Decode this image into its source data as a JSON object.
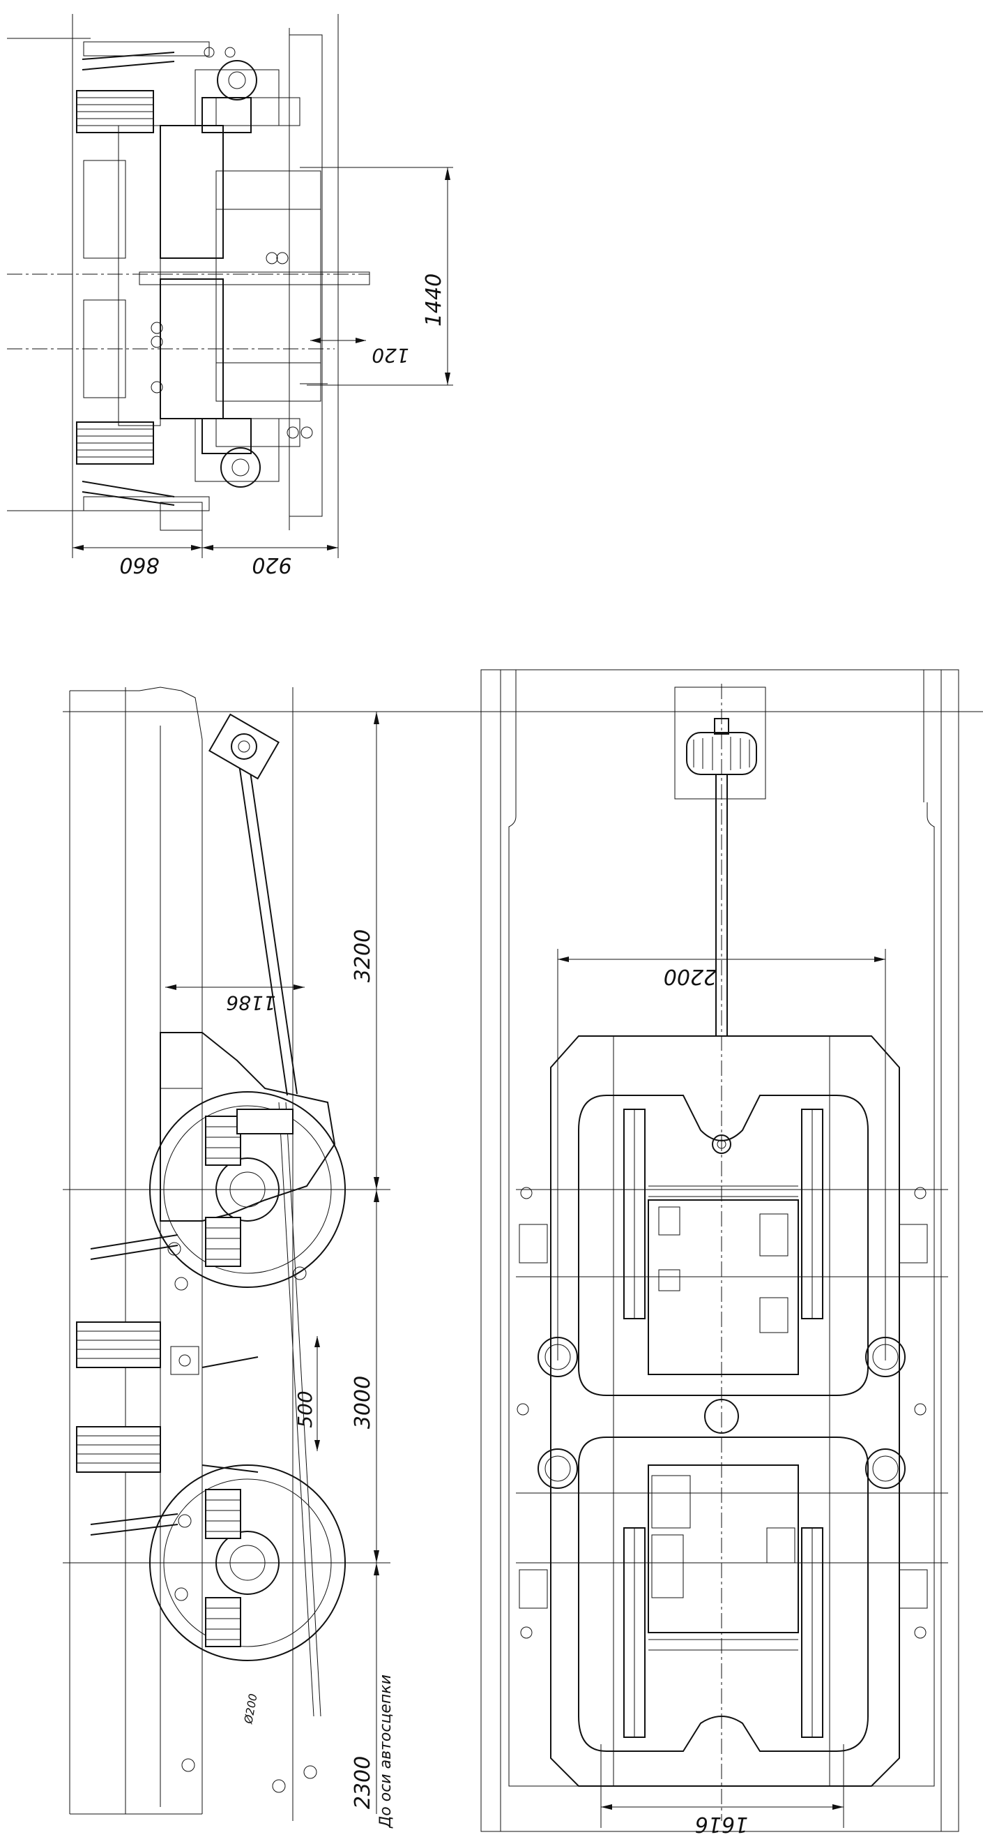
{
  "drawing": {
    "top_view": {
      "dimensions": {
        "d860": "860",
        "d920": "920",
        "d1440": "1440",
        "d120": "120"
      }
    },
    "side_view": {
      "dimensions": {
        "d3200": "3200",
        "d3000": "3000",
        "d2300": "2300",
        "d1186": "1186",
        "d500": "500",
        "d0200": "Ø200"
      },
      "note": "До оси автосцепки"
    },
    "plan_view": {
      "dimensions": {
        "d2200": "2200",
        "d1616": "1616"
      }
    }
  }
}
